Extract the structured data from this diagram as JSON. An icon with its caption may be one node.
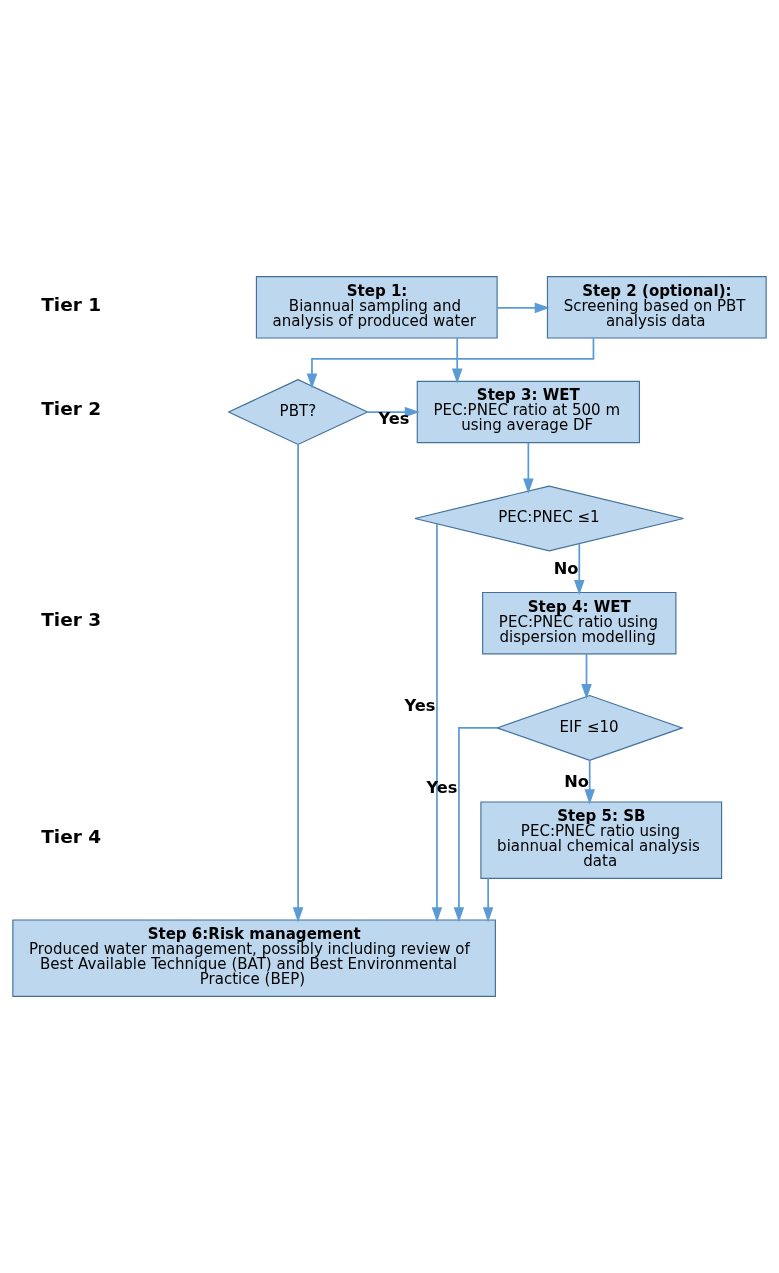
{
  "diagram": {
    "nodes": [
      {
        "text": [
          "Step 1:",
          "Biannual sampling and analysis of produced water"
        ]
      },
      {
        "text": [
          "Step 2 (optional):",
          "Screening based on PBT analysis data"
        ]
      },
      {
        "text": [
          "Step 3: WET",
          "PEC:PNEC ratio at 500 m using average DF"
        ]
      },
      {
        "text": [
          "PBT?"
        ]
      },
      {
        "text": [
          "PEC:PNEC ≤1"
        ]
      },
      {
        "text": [
          "Step 4: WET",
          "PEC:PNEC ratio using dispersion modelling"
        ]
      },
      {
        "text": [
          "EIF ≤10"
        ]
      },
      {
        "text": [
          "Step 5: SB",
          "PEC:PNEC ratio using biannual chemical analysis data"
        ]
      },
      {
        "text": [
          "Step 6:Risk management",
          "Produced water management, possibly including review of Best Available Technique (BAT) and Best Environmental Practice (BEP)"
        ]
      }
    ],
    "edges": [
      {
        "from": 0,
        "to": 1,
        "arrow": "to"
      },
      {
        "from": 0,
        "to": 2,
        "arrow": "to"
      },
      {
        "from": 1,
        "to": 3,
        "arrow": "to"
      },
      {
        "from": 3,
        "to": 2,
        "arrow": "to",
        "label": "Yes"
      },
      {
        "from": 3,
        "to": 8,
        "arrow": "to"
      },
      {
        "from": 2,
        "to": 4,
        "arrow": "to"
      },
      {
        "from": 4,
        "to": 8,
        "arrow": "to",
        "label": "Yes"
      },
      {
        "from": 4,
        "to": 5,
        "arrow": "to",
        "label": "No"
      },
      {
        "from": 5,
        "to": 6,
        "arrow": "to"
      },
      {
        "from": 6,
        "to": 8,
        "arrow": "to",
        "label": "Yes"
      },
      {
        "from": 6,
        "to": 7,
        "arrow": "to",
        "label": "No"
      },
      {
        "from": 7,
        "to": 8,
        "arrow": "to"
      }
    ],
    "labels": [
      "Tier 1",
      "Tier 2",
      "Tier 3",
      "Tier 4"
    ]
  }
}
